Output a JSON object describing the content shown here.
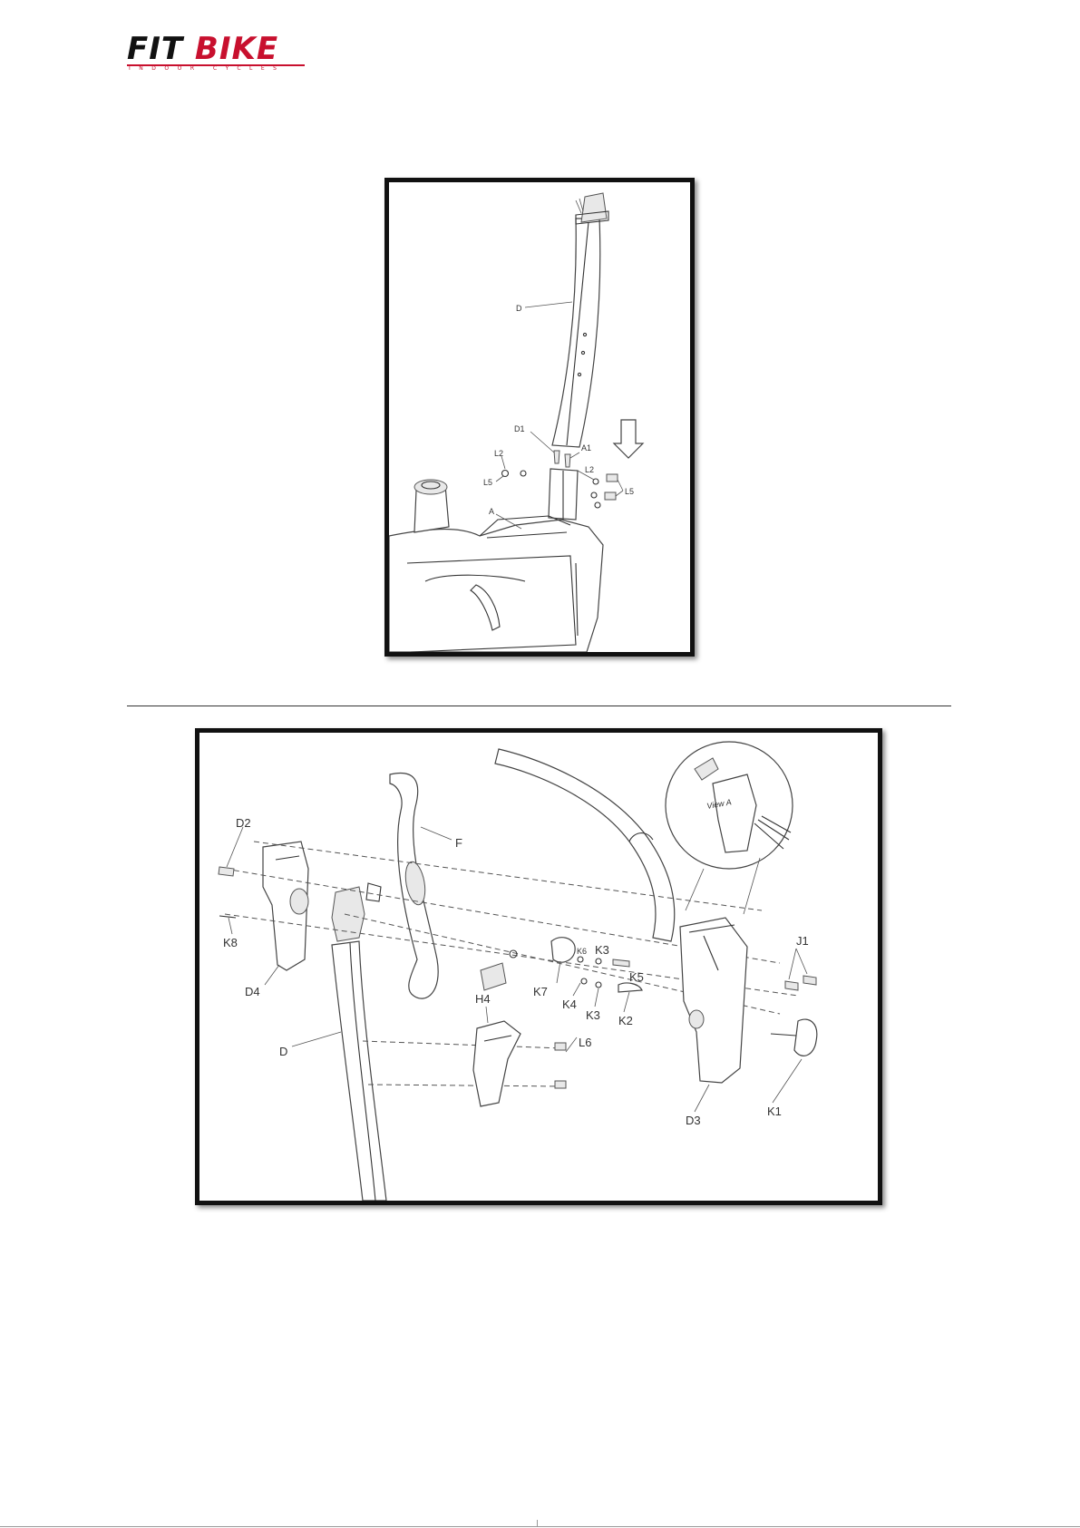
{
  "brand": {
    "logo_text_a": "FIT ",
    "logo_text_b": "BIKE",
    "logo_tagline": "INDOOR CYCLES"
  },
  "figure1": {
    "labels": {
      "D": "D",
      "D1": "D1",
      "A1": "A1",
      "L2_left": "L2",
      "L2_right": "L2",
      "L5_left": "L5",
      "L5_right": "L5",
      "A": "A"
    }
  },
  "figure2": {
    "labels": {
      "view": "View A",
      "D2": "D2",
      "F": "F",
      "K8": "K8",
      "D4": "D4",
      "D": "D",
      "K6": "K6",
      "K3_top": "K3",
      "K5": "K5",
      "J1": "J1",
      "K7": "K7",
      "K4": "K4",
      "K3_bottom": "K3",
      "K2": "K2",
      "H4": "H4",
      "L6": "L6",
      "D3": "D3",
      "K1": "K1"
    }
  }
}
